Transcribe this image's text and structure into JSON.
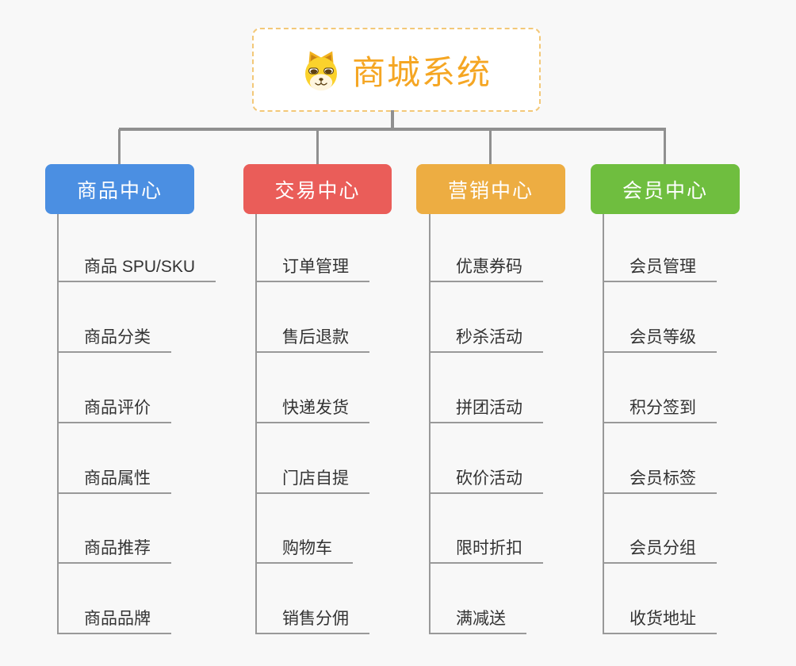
{
  "root": {
    "title": "商城系统",
    "icon": "dog-face-icon",
    "title_color": "#f5a623",
    "border_color": "#f3c878"
  },
  "connector_color": "#999999",
  "branches": [
    {
      "label": "商品中心",
      "color": "#4b8fe2",
      "items": [
        "商品 SPU/SKU",
        "商品分类",
        "商品评价",
        "商品属性",
        "商品推荐",
        "商品品牌"
      ]
    },
    {
      "label": "交易中心",
      "color": "#ea5d59",
      "items": [
        "订单管理",
        "售后退款",
        "快递发货",
        "门店自提",
        "购物车",
        "销售分佣"
      ]
    },
    {
      "label": "营销中心",
      "color": "#edad42",
      "items": [
        "优惠券码",
        "秒杀活动",
        "拼团活动",
        "砍价活动",
        "限时折扣",
        "满减送"
      ]
    },
    {
      "label": "会员中心",
      "color": "#6fbe3f",
      "items": [
        "会员管理",
        "会员等级",
        "积分签到",
        "会员标签",
        "会员分组",
        "收货地址"
      ]
    }
  ]
}
